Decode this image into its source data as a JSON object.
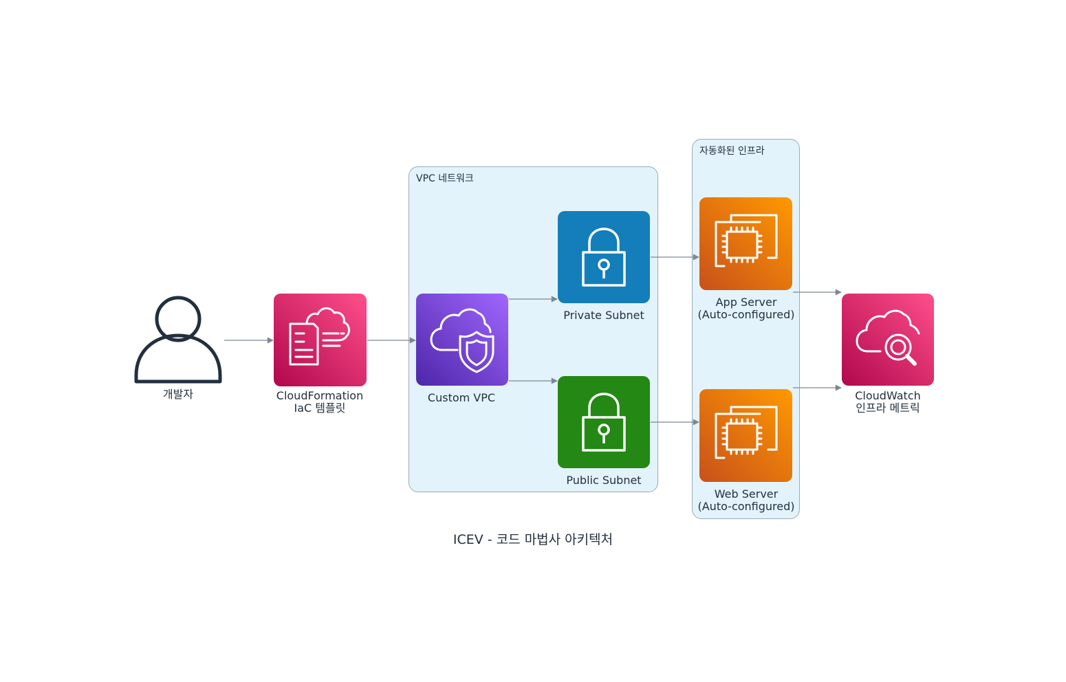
{
  "diagram_title": "ICEV - 코드 마법사 아키텍처",
  "clusters": {
    "vpc": {
      "label": "VPC 네트워크"
    },
    "infra": {
      "label": "자동화된 인프라"
    }
  },
  "nodes": {
    "developer": {
      "line1": "개발자",
      "line2": "",
      "icon": "user-icon"
    },
    "cloudformation": {
      "line1": "CloudFormation",
      "line2": "IaC 템플릿",
      "icon": "cloudformation-template-icon",
      "color": "#cc2264"
    },
    "custom_vpc": {
      "line1": "Custom VPC",
      "line2": "",
      "icon": "vpc-cloud-shield-icon",
      "color": "#7b3fe4"
    },
    "private_subnet": {
      "line1": "Private Subnet",
      "line2": "",
      "icon": "padlock-icon",
      "color": "#147eba"
    },
    "public_subnet": {
      "line1": "Public Subnet",
      "line2": "",
      "icon": "padlock-icon",
      "color": "#248814"
    },
    "app_server": {
      "line1": "App Server",
      "line2": "(Auto-configured)",
      "icon": "ec2-instance-icon",
      "color": "#e7740f"
    },
    "web_server": {
      "line1": "Web Server",
      "line2": "(Auto-configured)",
      "icon": "ec2-instance-icon",
      "color": "#e7740f"
    },
    "cloudwatch": {
      "line1": "CloudWatch",
      "line2": "인프라 메트릭",
      "icon": "cloudwatch-magnifier-icon",
      "color": "#cc2264"
    }
  },
  "edges": [
    {
      "from": "developer",
      "to": "cloudformation"
    },
    {
      "from": "cloudformation",
      "to": "custom_vpc"
    },
    {
      "from": "custom_vpc",
      "to": "private_subnet"
    },
    {
      "from": "custom_vpc",
      "to": "public_subnet"
    },
    {
      "from": "private_subnet",
      "to": "app_server"
    },
    {
      "from": "public_subnet",
      "to": "web_server"
    },
    {
      "from": "app_server",
      "to": "cloudwatch"
    },
    {
      "from": "web_server",
      "to": "cloudwatch"
    }
  ],
  "colors": {
    "edge": "#7b8794",
    "cluster_fill": "#e3f3fb",
    "cluster_border": "#9aa9b6"
  }
}
